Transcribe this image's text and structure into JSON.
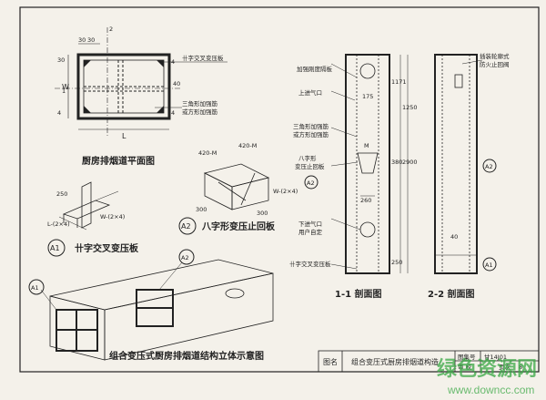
{
  "plan": {
    "title": "厨房排烟道平面图",
    "section_mark": "2",
    "section_mark_1": "1",
    "dims": {
      "top_a": "30",
      "top_b": "30",
      "left_a": "30",
      "left_b": "4",
      "width": "L",
      "depth": "W",
      "side_a": "4",
      "side_b": "40",
      "side_c": "4"
    },
    "labels": {
      "cross_plate": "卄字交叉变压板",
      "tri_rib": "三角形加强筋",
      "sq_rib": "或方形加强筋"
    }
  },
  "detail_a1": {
    "circle": "A1",
    "caption": "卄字交叉变压板",
    "dims": {
      "d1": "250",
      "d2": "L-(2×4)",
      "d3": "W-(2×4)"
    }
  },
  "detail_a2": {
    "circle": "A2",
    "caption": "八字形变压止回板",
    "dims": {
      "d1": "420-M",
      "d2": "420-M",
      "d3": "300",
      "d4": "300",
      "d5": "W-(2×4)"
    }
  },
  "iso": {
    "caption": "组合变压式厨房排烟道结构立体示意图",
    "callout_a1": "A1",
    "callout_a2": "A2"
  },
  "section1": {
    "caption": "1-1 剖面图",
    "labels": {
      "insulation": "加强刚度隔板",
      "upper_inlet": "上进气口",
      "tri_rib": "三角形加强筋",
      "sq_rib": "或方形加强筋",
      "eight_plate": "八字形",
      "eight_plate2": "变压止回板",
      "circle": "A2",
      "lower_inlet": "下进气口",
      "user_made": "用户自定",
      "cross_plate": "卄字交叉变压板"
    },
    "dims": {
      "d1": "1171",
      "d2": "175",
      "d3": "1250",
      "d4": "380",
      "d5": "2900",
      "d6": "260",
      "d7": "250",
      "m": "M"
    }
  },
  "section2": {
    "caption": "2-2 剖面图",
    "labels": {
      "fire_valve": "防火止回阀",
      "fire_valve2": "插装轮廓式",
      "circle_a2": "A2",
      "circle_a1": "A1"
    },
    "dims": {
      "d1": "40"
    }
  },
  "title_block": {
    "name_label": "图名",
    "name": "组合变压式厨房排烟道构造",
    "set_label": "图集号",
    "set": "甘14J01",
    "page_label": "页次",
    "page": "8",
    "extra": "审 校"
  },
  "watermark": {
    "brand": "绿色资源网",
    "url": "www.downcc.com"
  },
  "colors": {
    "line": "#222222",
    "paper": "#f4f1ea",
    "watermark": "#3aa845"
  }
}
